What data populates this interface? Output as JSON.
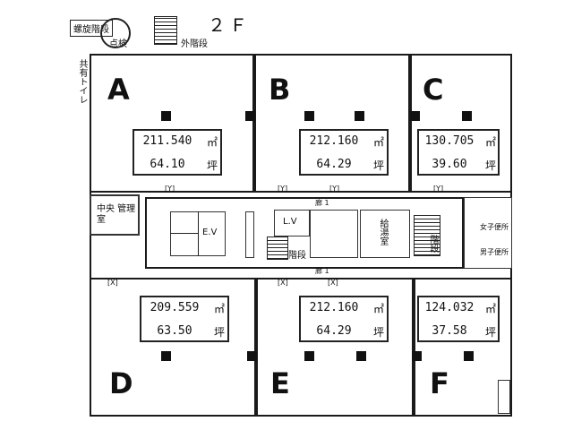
{
  "floor_label": "２Ｆ",
  "top": {
    "stair_label": "螺旋階段",
    "ext_stair_label": "外階段",
    "small_label": "点検"
  },
  "units": [
    {
      "id": "A",
      "area_m2": "211.540",
      "area_tsubo": "64.10"
    },
    {
      "id": "B",
      "area_m2": "212.160",
      "area_tsubo": "64.29"
    },
    {
      "id": "C",
      "area_m2": "130.705",
      "area_tsubo": "39.60"
    },
    {
      "id": "D",
      "area_m2": "209.559",
      "area_tsubo": "63.50"
    },
    {
      "id": "E",
      "area_m2": "212.160",
      "area_tsubo": "64.29"
    },
    {
      "id": "F",
      "area_m2": "124.032",
      "area_tsubo": "37.58"
    }
  ],
  "units_m2": "㎡",
  "units_tsubo": "坪",
  "core": {
    "ev": "E.V",
    "lv": "L.V",
    "stair1": "階段",
    "stair2": "階段",
    "water": "給湯室",
    "central_room": "中央 管理室",
    "corridor_top": "廊 1",
    "corridor_bottom": "廊 1",
    "wc_women": "女子便所",
    "wc_men": "男子便所"
  },
  "marks": {
    "top_mark": "[Y]",
    "bottom_mark": "[X]"
  },
  "side_note": "共有トイレ"
}
